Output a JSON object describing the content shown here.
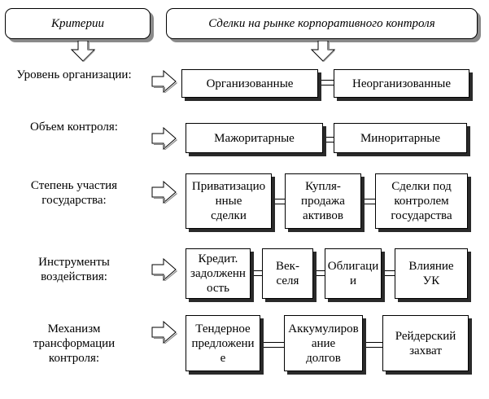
{
  "header": {
    "criteria_title": "Критерии",
    "deals_title": "Сделки на рынке корпоративного контроля"
  },
  "rows": [
    {
      "criterion": "Уровень организации:",
      "boxes": [
        "Организованные",
        "Неорганизованные"
      ]
    },
    {
      "criterion": "Объем контроля:",
      "boxes": [
        "Мажоритарные",
        "Миноритарные"
      ]
    },
    {
      "criterion": "Степень участия\nгосударства:",
      "boxes": [
        "Приватизацио\nнные\nсделки",
        "Купля-\nпродажа\nактивов",
        "Сделки под\nконтролем\nгосударства"
      ]
    },
    {
      "criterion": "Инструменты\nвоздействия:",
      "boxes": [
        "Кредит.\nзадолженн\nость",
        "Век-\nселя",
        "Облигаци\nи",
        "Влияние\nУК"
      ]
    },
    {
      "criterion": "Механизм\nтрансформации\nконтроля:",
      "boxes": [
        "Тендерное\nпредложени\nе",
        "Аккумулиров\nание\nдолгов",
        "Рейдерский\nзахват"
      ]
    }
  ]
}
